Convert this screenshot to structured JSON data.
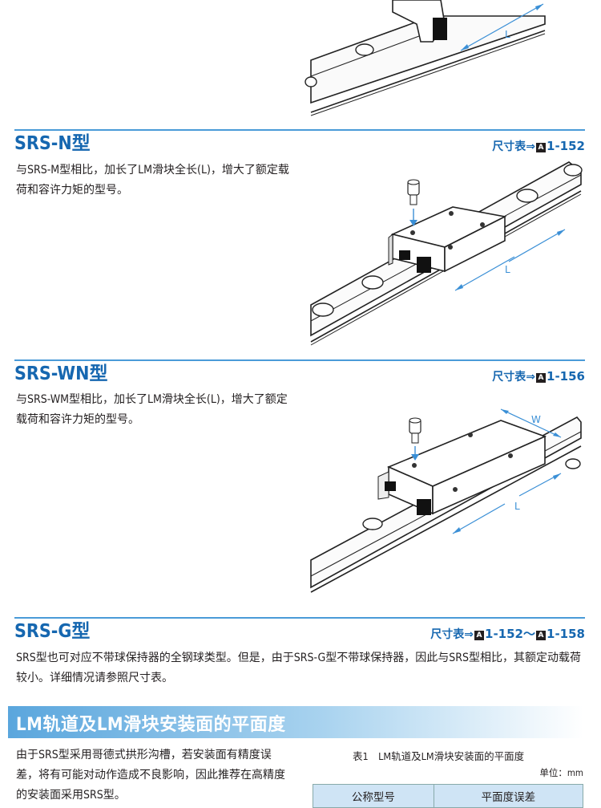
{
  "sections": [
    {
      "title": "SRS-N型",
      "ref_prefix": "尺寸表⇒",
      "ref_box": "A",
      "ref_pages": "1-152",
      "description": "与SRS-M型相比，加长了LM滑块全长(L)，增大了额定载荷和容许力矩的型号。",
      "dim_label": "L"
    },
    {
      "title": "SRS-WN型",
      "ref_prefix": "尺寸表⇒",
      "ref_box": "A",
      "ref_pages": "1-156",
      "description": "与SRS-WM型相比，加长了LM滑块全长(L)，增大了额定载荷和容许力矩的型号。",
      "dim_label": "L",
      "dim_label_w": "W"
    },
    {
      "title": "SRS-G型",
      "ref_prefix": "尺寸表⇒",
      "ref_box": "A",
      "ref_pages": "1-152",
      "ref_sep": "～",
      "ref_box2": "A",
      "ref_pages2": "1-158",
      "description": "SRS型也可对应不带球保持器的全钢球类型。但是，由于SRS-G型不带球保持器，因此与SRS型相比，其额定动载荷较小。详细情况请参照尺寸表。"
    }
  ],
  "top_figure": {
    "dim_label": "L"
  },
  "flatness": {
    "heading": "LM轨道及LM滑块安装面的平面度",
    "description": "由于SRS型采用哥德式拱形沟槽，若安装面有精度误差，将有可能对动作造成不良影响，因此推荐在高精度的安装面采用SRS型。",
    "table_caption": "表1　LM轨道及LM滑块安装面的平面度",
    "unit": "单位：mm",
    "columns": [
      "公称型号",
      "平面度误差"
    ]
  },
  "colors": {
    "accent": "#1667b0",
    "rule": "#4a9bd8",
    "dimension": "#3a8fd6"
  }
}
